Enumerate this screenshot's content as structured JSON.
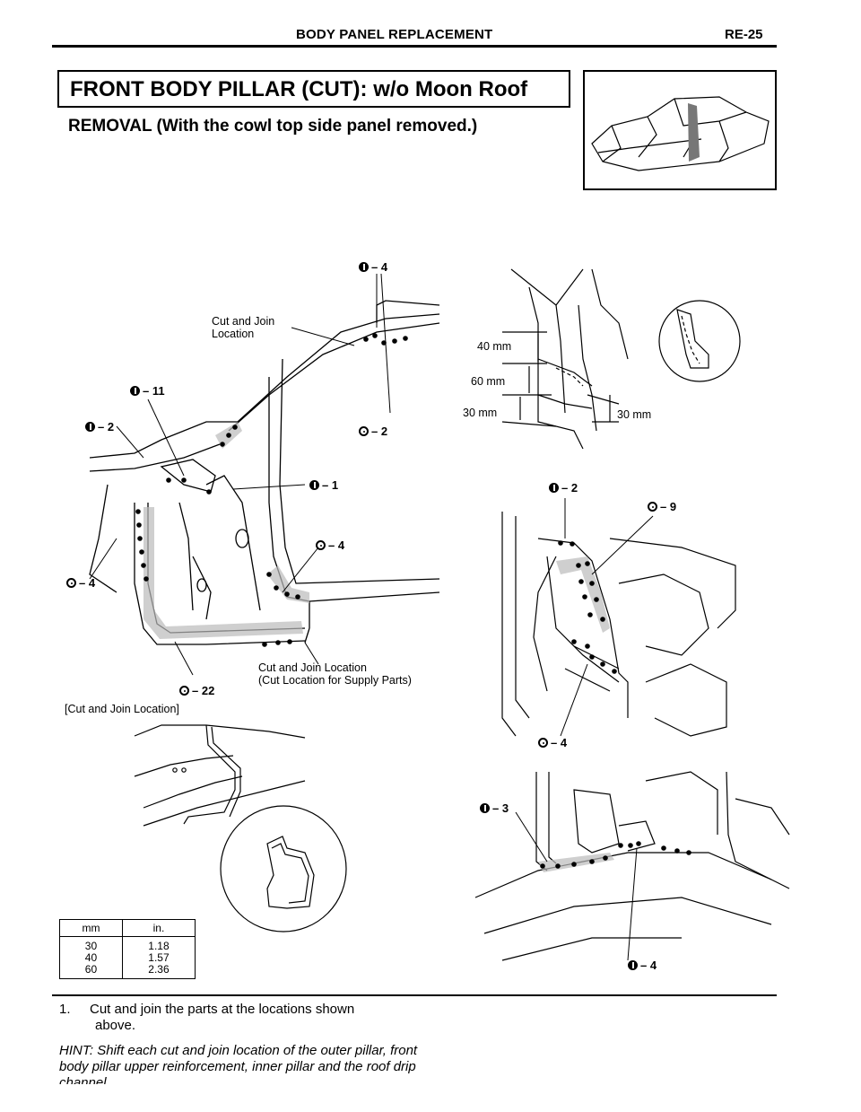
{
  "header": {
    "title": "BODY PANEL REPLACEMENT",
    "page": "RE-25"
  },
  "title": "FRONT BODY PILLAR (CUT): w/o Moon Roof",
  "subtitle": "REMOVAL (With the cowl top side panel removed.)",
  "icons": {
    "filled_weld": "filled-circle-icon",
    "open_weld": "open-circle-icon"
  },
  "main_diagram": {
    "label_cut_join_top_1": "Cut and Join",
    "label_cut_join_top_2": "Location",
    "label_cut_join_bottom_1": "Cut and Join Location",
    "label_cut_join_bottom_2": "(Cut Location for Supply Parts)",
    "codes": [
      "– 4",
      "– 11",
      "– 2",
      "– 2",
      "– 1",
      "– 4",
      "– 4",
      "– 22"
    ]
  },
  "detail_top": {
    "dim_40": "40 mm",
    "dim_60": "60 mm",
    "dim_30_left": "30 mm",
    "dim_30_right": "30 mm"
  },
  "detail_mid": {
    "codes": [
      "– 2",
      "– 9",
      "– 4"
    ]
  },
  "detail_bottom": {
    "codes": [
      "– 3",
      "– 4"
    ]
  },
  "section_label": "[Cut and Join Location]",
  "units_table": {
    "headers": [
      "mm",
      "in."
    ],
    "mm_values": [
      "30",
      "40",
      "60"
    ],
    "in_values": [
      "1.18",
      "1.57",
      "2.36"
    ]
  },
  "step": {
    "number": "1.",
    "line1": "Cut and join the parts at the locations shown",
    "line2": "above."
  },
  "hint": "HINT: Shift each cut and join location of the outer pillar, front body pillar upper reinforcement, inner pillar and the roof drip channel."
}
